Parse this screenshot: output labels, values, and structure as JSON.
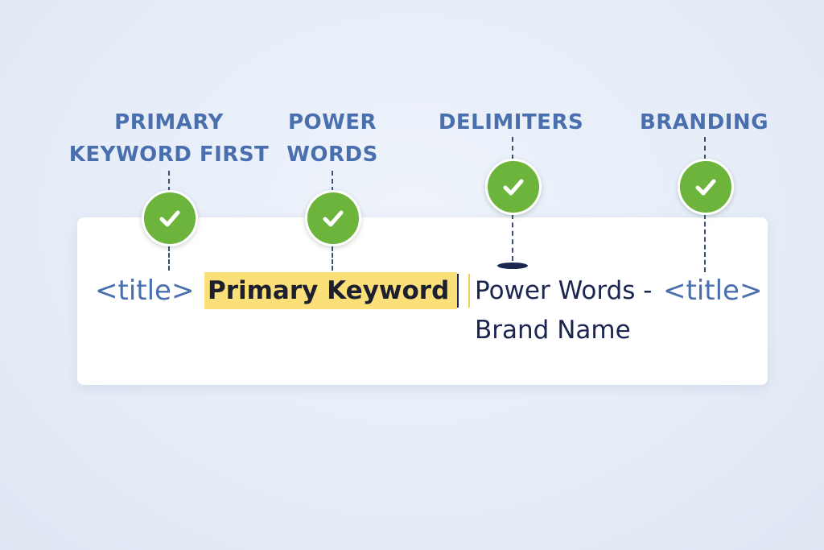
{
  "labels": {
    "primary_line1": "PRIMARY",
    "primary_line2": "KEYWORD FIRST",
    "power_line1": "POWER",
    "power_line2": "WORDS",
    "delimiters": "DELIMITERS",
    "branding": "BRANDING"
  },
  "snippet": {
    "open_tag": "<title>",
    "primary_keyword": "Primary Keyword",
    "power_words": "Power Words -",
    "close_tag": "<title>",
    "brand_name": "Brand Name"
  },
  "icons": {
    "check": "check-circle-icon"
  },
  "colors": {
    "label": "#4a6fae",
    "check_green": "#6cb43c",
    "highlight": "#fbe07a",
    "text_dark": "#1a2550"
  }
}
